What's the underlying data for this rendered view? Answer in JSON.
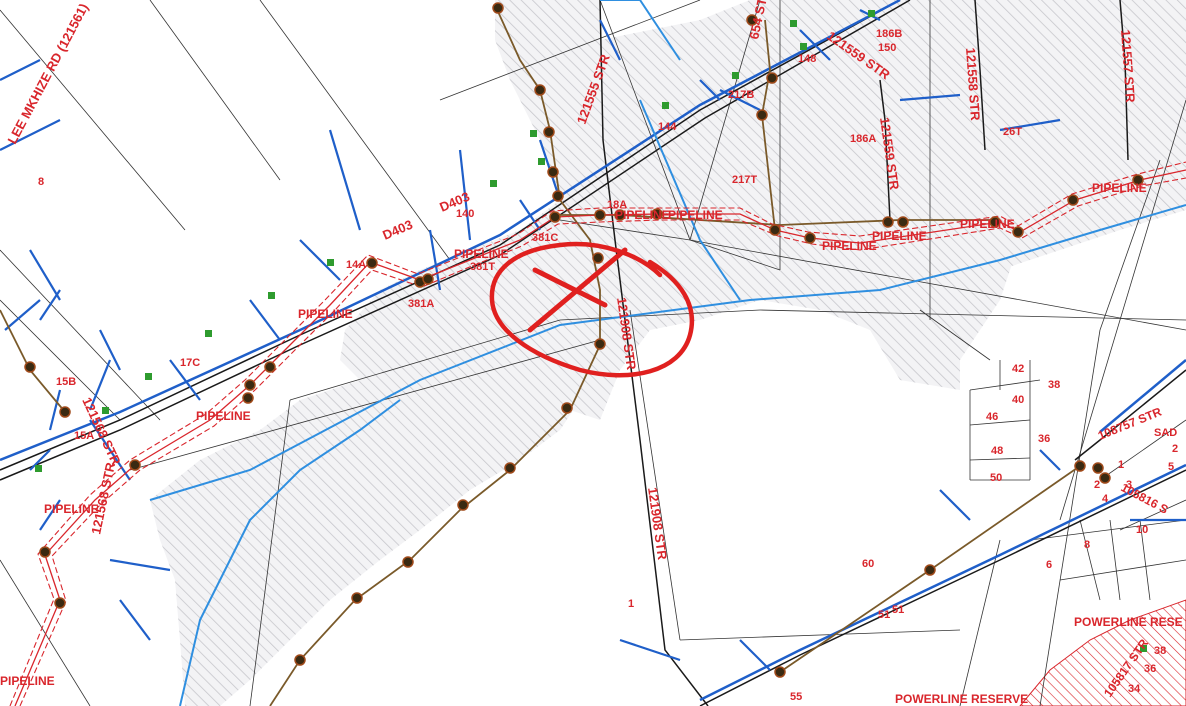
{
  "map": {
    "road_labels": {
      "lee_mkhize": "LEE MKHIZE RD (121561)",
      "r121555": "121555 STR",
      "r121559a": "121559 STR",
      "r121558": "121558 STR",
      "r121557": "121557 STR",
      "r121559b": "121559 STR",
      "r121908a": "121908 STR",
      "r121908b": "121908 STR",
      "r121568a": "121568 STR",
      "r121568b": "121568 STR",
      "r654": "654 STR",
      "r108757": "108757 STR",
      "r105816": "105816 S",
      "r105817": "105817 STR"
    },
    "pipeline_labels": {
      "p1": "PIPELINE",
      "p2": "PIPELINE",
      "p3": "PIPELINE",
      "p4": "PIPELINE",
      "p5": "PIPELINE",
      "p6": "PIPELINE",
      "p7": "PIPELINE",
      "p8": "PIPELINE",
      "p9": "PIPELINE",
      "p10": "PIPELINE",
      "p11": "PIPELINE"
    },
    "pipe_codes": {
      "d403a": "D403",
      "d403b": "D403"
    },
    "reserve_labels": {
      "r1": "POWERLINE RESE",
      "r2": "POWERLINE RESERVE"
    },
    "parcel_labels": {
      "n8": "8",
      "n140": "140",
      "n144": "144",
      "n148": "148",
      "n150": "150",
      "n186b": "186B",
      "n217b": "217B",
      "n217t": "217T",
      "n186a": "186A",
      "n26t": "26T",
      "n18a": "18A",
      "n381c": "381C",
      "n381t": "381T",
      "n381a": "381A",
      "n14a": "14A",
      "n17c": "17C",
      "n15b": "15B",
      "n15a": "15A",
      "n42": "42",
      "n38": "38",
      "n40": "40",
      "n46": "46",
      "n36": "36",
      "n48": "48",
      "n50": "50",
      "n1a": "1",
      "n2": "2",
      "n3": "3",
      "n4": "4",
      "n10": "10",
      "n8b": "8",
      "n6": "6",
      "n60": "60",
      "n51a": "51",
      "n51b": "51",
      "n1": "1",
      "n55": "55",
      "n38b": "38",
      "n36b": "36",
      "n34": "34",
      "nsa": "SAD",
      "n5": "5",
      "n2b": "2"
    },
    "colors": {
      "road": "#1a1a1a",
      "water_main": "#1f5fc9",
      "water_branch": "#2f8fe0",
      "pipeline": "#d9262c",
      "sewer": "#7a5a2a",
      "hatch": "#c7c7cc",
      "marker": "#2e9b2e"
    }
  }
}
